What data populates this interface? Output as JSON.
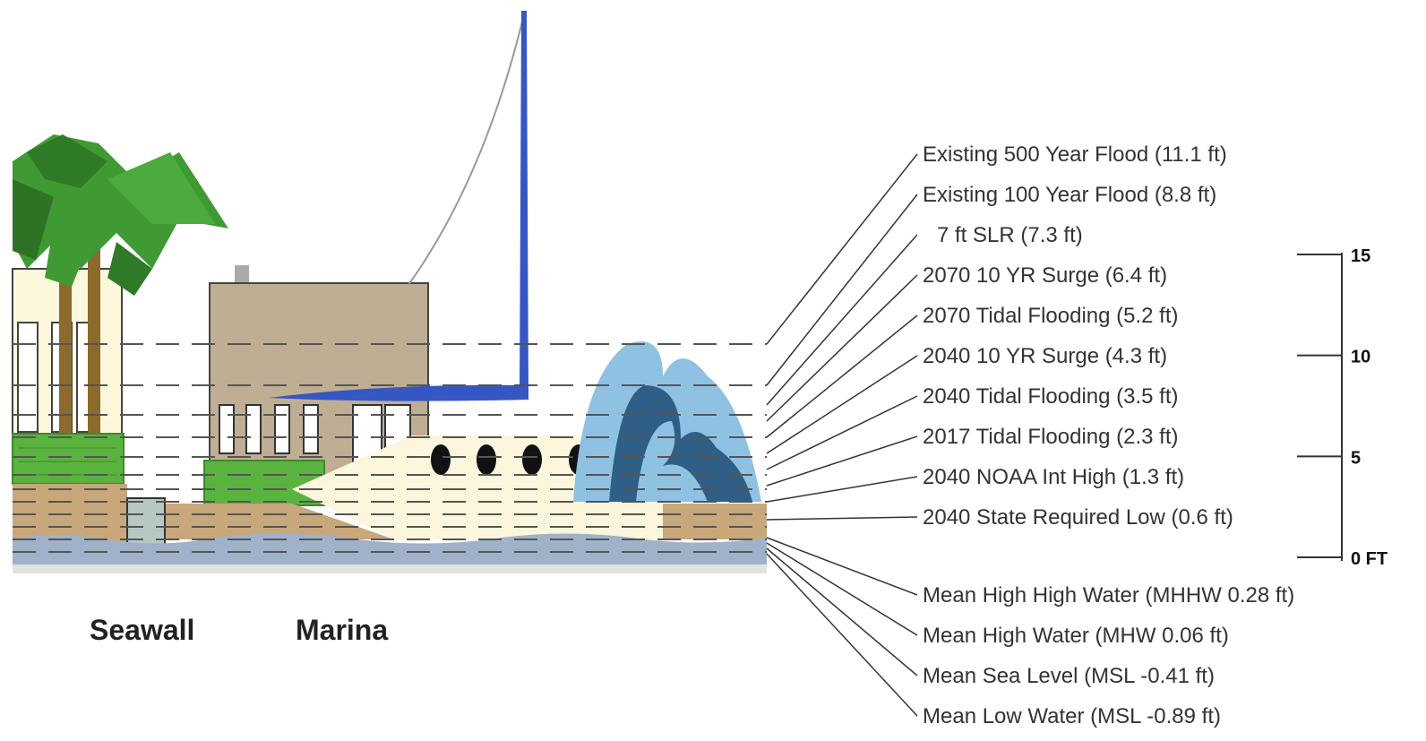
{
  "captions": {
    "seawall": "Seawall",
    "marina": "Marina"
  },
  "levels_above": [
    {
      "label": "Existing 500 Year Flood (11.1 ft)",
      "ft": 11.1
    },
    {
      "label": "Existing 100 Year Flood (8.8 ft)",
      "ft": 8.8
    },
    {
      "label": "7 ft SLR (7.3 ft)",
      "ft": 7.3
    },
    {
      "label": "2070 10 YR Surge (6.4 ft)",
      "ft": 6.4
    },
    {
      "label": "2070 Tidal Flooding (5.2 ft)",
      "ft": 5.2
    },
    {
      "label": "2040 10 YR Surge (4.3 ft)",
      "ft": 4.3
    },
    {
      "label": "2040 Tidal Flooding (3.5 ft)",
      "ft": 3.5
    },
    {
      "label": "2017 Tidal Flooding (2.3 ft)",
      "ft": 2.3
    },
    {
      "label": "2040 NOAA Int High (1.3 ft)",
      "ft": 1.3
    },
    {
      "label": "2040 State Required Low (0.6 ft)",
      "ft": 0.6
    }
  ],
  "levels_below": [
    {
      "label": "Mean High High Water (MHHW   0.28 ft)",
      "ft": 0.28
    },
    {
      "label": "Mean High Water (MHW   0.06 ft)",
      "ft": 0.06
    },
    {
      "label": "Mean Sea Level (MSL   -0.41 ft)",
      "ft": -0.41
    },
    {
      "label": "Mean Low Water (MSL   -0.89 ft)",
      "ft": -0.89
    }
  ],
  "scale": {
    "ticks": [
      {
        "label": "15",
        "ft": 15
      },
      {
        "label": "10",
        "ft": 10
      },
      {
        "label": "5",
        "ft": 5
      },
      {
        "label": "0 FT",
        "ft": 0
      }
    ]
  },
  "colors": {
    "ground": "#c8a77a",
    "water": "#9fb2c9",
    "building": "#bfae93",
    "boat_hull": "#fbf6dc",
    "sail_blue": "#3557c4",
    "wave_light": "#8fc1e3",
    "wave_dark": "#2f5f86",
    "tree_green": "#3a8f2f",
    "hedge_green": "#5bb33f",
    "dash": "#555555",
    "leader": "#333333"
  }
}
